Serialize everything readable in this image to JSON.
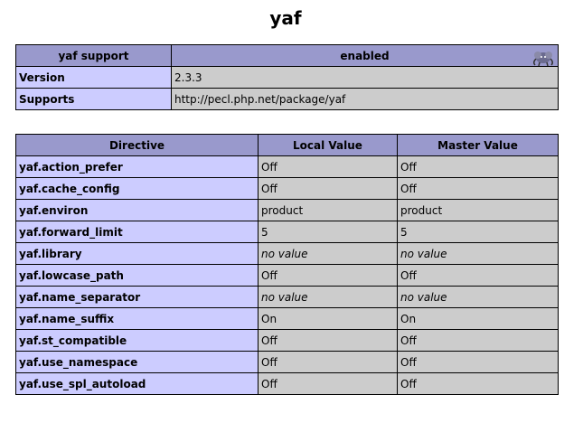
{
  "page": {
    "title": "yaf"
  },
  "support_table": {
    "header": {
      "feature": "yaf support",
      "status": "enabled",
      "logo_icon": "php-elephant-logo-icon"
    },
    "rows": [
      {
        "name": "Version",
        "value": "2.3.3"
      },
      {
        "name": "Supports",
        "value": "http://pecl.php.net/package/yaf"
      }
    ]
  },
  "directives_table": {
    "headers": {
      "directive": "Directive",
      "local": "Local Value",
      "master": "Master Value"
    },
    "rows": [
      {
        "name": "yaf.action_prefer",
        "local": "Off",
        "master": "Off"
      },
      {
        "name": "yaf.cache_config",
        "local": "Off",
        "master": "Off"
      },
      {
        "name": "yaf.environ",
        "local": "product",
        "master": "product"
      },
      {
        "name": "yaf.forward_limit",
        "local": "5",
        "master": "5"
      },
      {
        "name": "yaf.library",
        "local": "no value",
        "master": "no value"
      },
      {
        "name": "yaf.lowcase_path",
        "local": "Off",
        "master": "Off"
      },
      {
        "name": "yaf.name_separator",
        "local": "no value",
        "master": "no value"
      },
      {
        "name": "yaf.name_suffix",
        "local": "On",
        "master": "On"
      },
      {
        "name": "yaf.st_compatible",
        "local": "Off",
        "master": "Off"
      },
      {
        "name": "yaf.use_namespace",
        "local": "Off",
        "master": "Off"
      },
      {
        "name": "yaf.use_spl_autoload",
        "local": "Off",
        "master": "Off"
      }
    ]
  },
  "colors": {
    "header_bg": "#9999cc",
    "key_bg": "#ccccff",
    "value_bg": "#cccccc"
  }
}
